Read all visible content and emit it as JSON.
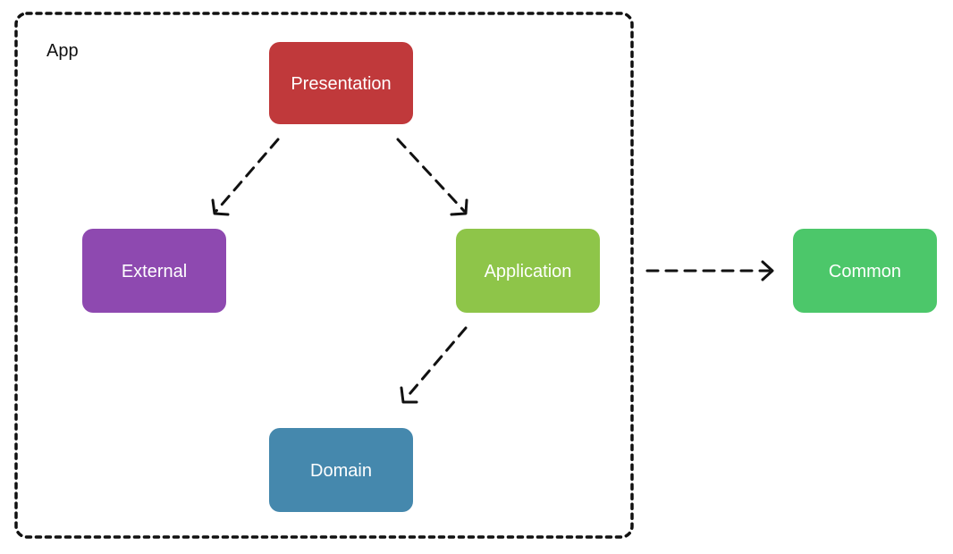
{
  "group": {
    "label": "App"
  },
  "nodes": {
    "presentation": {
      "label": "Presentation",
      "color": "#c0393b"
    },
    "external": {
      "label": "External",
      "color": "#8e49b0"
    },
    "application": {
      "label": "Application",
      "color": "#8ec549"
    },
    "domain": {
      "label": "Domain",
      "color": "#4588ad"
    },
    "common": {
      "label": "Common",
      "color": "#4cc76a"
    }
  },
  "edges": [
    {
      "from": "Presentation",
      "to": "External",
      "style": "dashed"
    },
    {
      "from": "Presentation",
      "to": "Application",
      "style": "dashed"
    },
    {
      "from": "Application",
      "to": "Domain",
      "style": "dashed"
    },
    {
      "from": "Application",
      "to": "Common",
      "style": "dashed"
    }
  ]
}
